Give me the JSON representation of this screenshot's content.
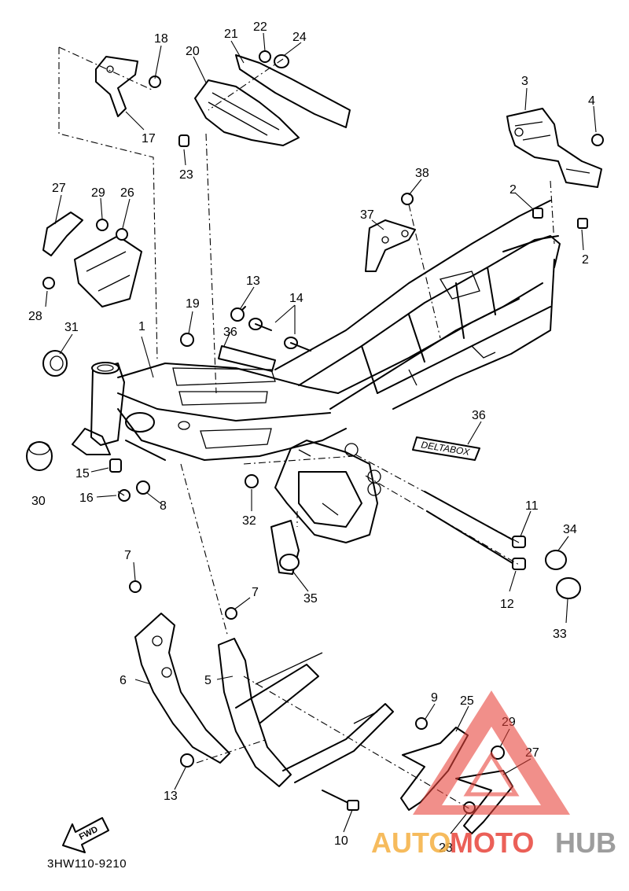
{
  "diagram": {
    "code": "3HW110-9210",
    "fwd_label": "FWD",
    "emblem_text": "DELTABOX",
    "callouts": [
      {
        "id": "c1",
        "label": "1"
      },
      {
        "id": "c2a",
        "label": "2"
      },
      {
        "id": "c2b",
        "label": "2"
      },
      {
        "id": "c3",
        "label": "3"
      },
      {
        "id": "c4",
        "label": "4"
      },
      {
        "id": "c5",
        "label": "5"
      },
      {
        "id": "c6",
        "label": "6"
      },
      {
        "id": "c7a",
        "label": "7"
      },
      {
        "id": "c7b",
        "label": "7"
      },
      {
        "id": "c8",
        "label": "8"
      },
      {
        "id": "c9",
        "label": "9"
      },
      {
        "id": "c10",
        "label": "10"
      },
      {
        "id": "c11",
        "label": "11"
      },
      {
        "id": "c12",
        "label": "12"
      },
      {
        "id": "c13a",
        "label": "13"
      },
      {
        "id": "c13b",
        "label": "13"
      },
      {
        "id": "c14",
        "label": "14"
      },
      {
        "id": "c15",
        "label": "15"
      },
      {
        "id": "c16",
        "label": "16"
      },
      {
        "id": "c17",
        "label": "17"
      },
      {
        "id": "c18",
        "label": "18"
      },
      {
        "id": "c19",
        "label": "19"
      },
      {
        "id": "c20",
        "label": "20"
      },
      {
        "id": "c21",
        "label": "21"
      },
      {
        "id": "c22",
        "label": "22"
      },
      {
        "id": "c23",
        "label": "23"
      },
      {
        "id": "c24",
        "label": "24"
      },
      {
        "id": "c25",
        "label": "25"
      },
      {
        "id": "c26",
        "label": "26"
      },
      {
        "id": "c27a",
        "label": "27"
      },
      {
        "id": "c27b",
        "label": "27"
      },
      {
        "id": "c28a",
        "label": "28"
      },
      {
        "id": "c28b",
        "label": "28"
      },
      {
        "id": "c29a",
        "label": "29"
      },
      {
        "id": "c29b",
        "label": "29"
      },
      {
        "id": "c30",
        "label": "30"
      },
      {
        "id": "c31",
        "label": "31"
      },
      {
        "id": "c32",
        "label": "32"
      },
      {
        "id": "c33",
        "label": "33"
      },
      {
        "id": "c34",
        "label": "34"
      },
      {
        "id": "c35",
        "label": "35"
      },
      {
        "id": "c36a",
        "label": "36"
      },
      {
        "id": "c36b",
        "label": "36"
      },
      {
        "id": "c37",
        "label": "37"
      },
      {
        "id": "c38",
        "label": "38"
      }
    ]
  },
  "watermark": {
    "part1": "AUTO",
    "part2": "MOTO",
    "part3": "HUB",
    "colors": {
      "auto": "#f5b041",
      "moto": "#e8453c",
      "hub": "#8c8c8c",
      "triangle": "#e8453c"
    }
  }
}
